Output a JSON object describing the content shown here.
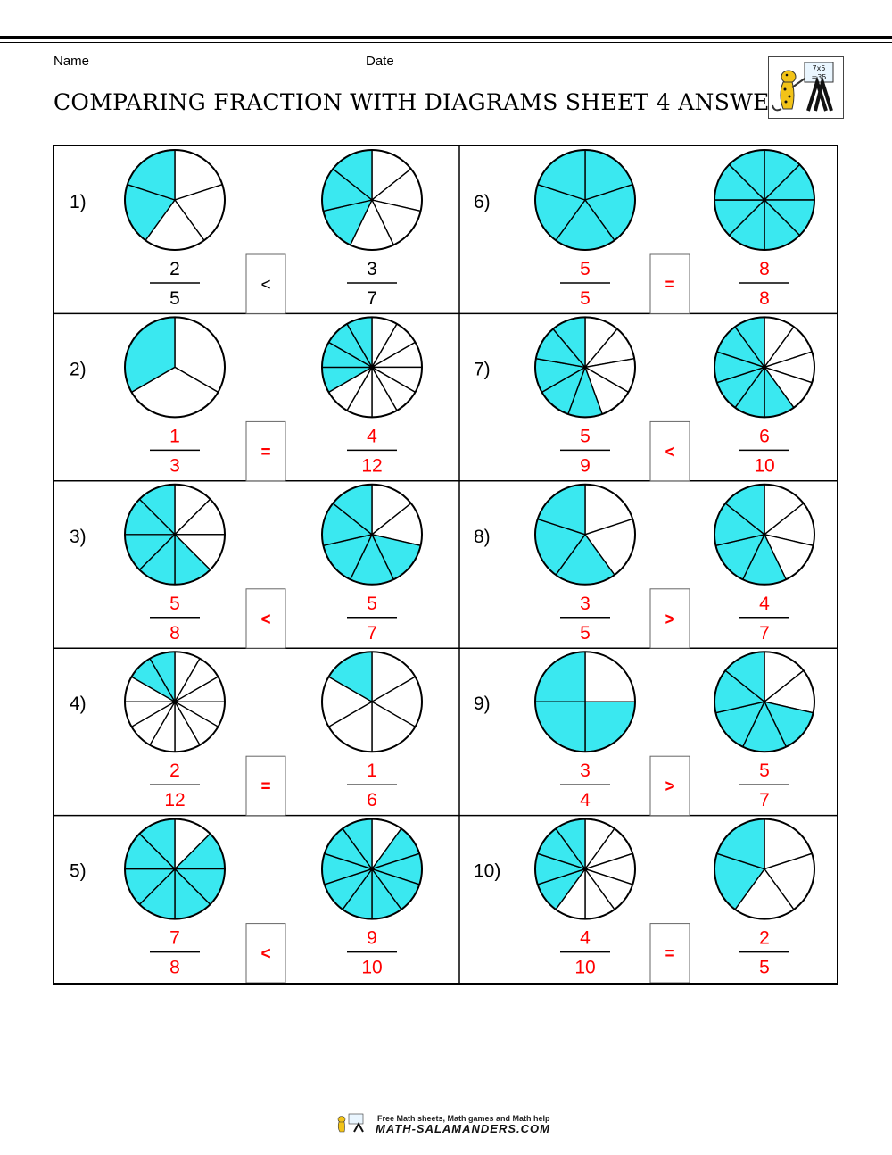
{
  "header": {
    "name_label": "Name",
    "date_label": "Date",
    "title": "COMPARING FRACTION WITH DIAGRAMS SHEET 4 ANSWERS",
    "logo_icon": "salamander-teacher-logo",
    "logo_text_lines": [
      "7x5",
      "=35"
    ]
  },
  "colors": {
    "shaded": "#3ae8f0",
    "answer": "#ff0000",
    "stroke": "#000000"
  },
  "problems": [
    {
      "label": "1)",
      "left": {
        "num": 2,
        "den": 5,
        "shaded_sectors": [
          3,
          4
        ]
      },
      "sign": "<",
      "right": {
        "num": 3,
        "den": 7,
        "shaded_sectors": [
          4,
          5,
          6
        ]
      },
      "answers_red": false
    },
    {
      "label": "2)",
      "left": {
        "num": 1,
        "den": 3,
        "shaded_sectors": [
          2
        ]
      },
      "sign": "=",
      "right": {
        "num": 4,
        "den": 12,
        "shaded_sectors": [
          8,
          9,
          10,
          11
        ]
      },
      "answers_red": true
    },
    {
      "label": "3)",
      "left": {
        "num": 5,
        "den": 8,
        "shaded_sectors": [
          3,
          4,
          5,
          6,
          7
        ]
      },
      "sign": "<",
      "right": {
        "num": 5,
        "den": 7,
        "shaded_sectors": [
          2,
          3,
          4,
          5,
          6
        ]
      },
      "answers_red": true
    },
    {
      "label": "4)",
      "left": {
        "num": 2,
        "den": 12,
        "shaded_sectors": [
          10,
          11
        ]
      },
      "sign": "=",
      "right": {
        "num": 1,
        "den": 6,
        "shaded_sectors": [
          5
        ]
      },
      "answers_red": true
    },
    {
      "label": "5)",
      "left": {
        "num": 7,
        "den": 8,
        "shaded_sectors": [
          1,
          2,
          3,
          4,
          5,
          6,
          7
        ]
      },
      "sign": "<",
      "right": {
        "num": 9,
        "den": 10,
        "shaded_sectors": [
          1,
          2,
          3,
          4,
          5,
          6,
          7,
          8,
          9
        ]
      },
      "answers_red": true
    },
    {
      "label": "6)",
      "left": {
        "num": 5,
        "den": 5,
        "shaded_sectors": [
          0,
          1,
          2,
          3,
          4
        ]
      },
      "sign": "=",
      "right": {
        "num": 8,
        "den": 8,
        "shaded_sectors": [
          0,
          1,
          2,
          3,
          4,
          5,
          6,
          7
        ]
      },
      "answers_red": true
    },
    {
      "label": "7)",
      "left": {
        "num": 5,
        "den": 9,
        "shaded_sectors": [
          4,
          5,
          6,
          7,
          8
        ]
      },
      "sign": "<",
      "right": {
        "num": 6,
        "den": 10,
        "shaded_sectors": [
          4,
          5,
          6,
          7,
          8,
          9
        ]
      },
      "answers_red": true
    },
    {
      "label": "8)",
      "left": {
        "num": 3,
        "den": 5,
        "shaded_sectors": [
          2,
          3,
          4
        ]
      },
      "sign": ">",
      "right": {
        "num": 4,
        "den": 7,
        "shaded_sectors": [
          3,
          4,
          5,
          6
        ]
      },
      "answers_red": true
    },
    {
      "label": "9)",
      "left": {
        "num": 3,
        "den": 4,
        "shaded_sectors": [
          1,
          2,
          3
        ]
      },
      "sign": ">",
      "right": {
        "num": 5,
        "den": 7,
        "shaded_sectors": [
          2,
          3,
          4,
          5,
          6
        ]
      },
      "answers_red": true
    },
    {
      "label": "10)",
      "left": {
        "num": 4,
        "den": 10,
        "shaded_sectors": [
          6,
          7,
          8,
          9
        ]
      },
      "sign": "=",
      "right": {
        "num": 2,
        "den": 5,
        "shaded_sectors": [
          3,
          4
        ]
      },
      "answers_red": true
    }
  ],
  "footer": {
    "tagline": "Free Math sheets, Math games and Math help",
    "brand": "MATH-SALAMANDERS.COM",
    "logo_icon": "salamander-logo"
  }
}
